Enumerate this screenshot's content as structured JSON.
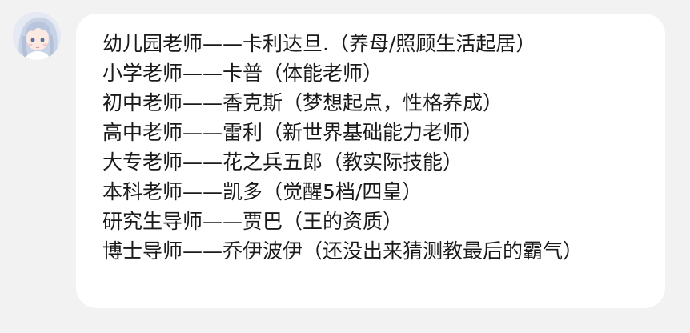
{
  "chat": {
    "avatar_icon": "anime-avatar-icon",
    "lines": [
      "幼儿园老师——卡利达旦.（养母/照顾生活起居）",
      "小学老师——卡普（体能老师）",
      "初中老师——香克斯（梦想起点，性格养成）",
      "高中老师——雷利（新世界基础能力老师）",
      "大专老师——花之兵五郎（教实际技能）",
      "本科老师——凯多（觉醒5档/四皇）",
      "研究生导师——贾巴（王的资质）",
      "博士导师——乔伊波伊（还没出来猜测教最后的霸气）"
    ]
  },
  "colors": {
    "background": "#f2f2f2",
    "bubble": "#ffffff",
    "text": "#1a1a1a"
  }
}
